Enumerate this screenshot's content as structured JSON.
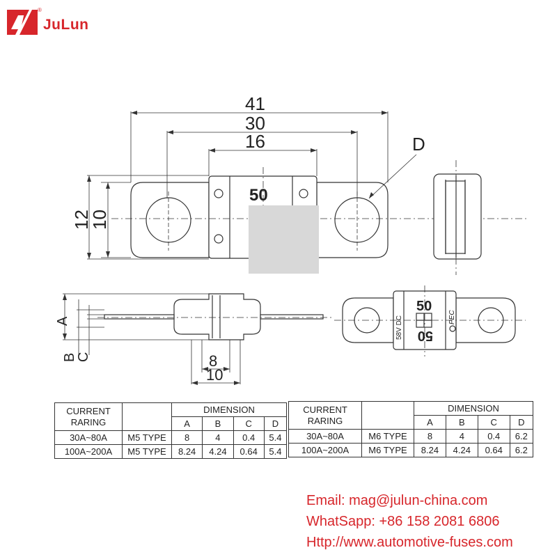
{
  "brand": {
    "name": "JuLun",
    "registered": "®"
  },
  "drawing": {
    "dim_41": "41",
    "dim_30": "30",
    "dim_16": "16",
    "label_d": "D",
    "dim_12": "12",
    "dim_10_left": "10",
    "rating_top": "50",
    "label_a": "A",
    "label_b": "B",
    "label_c": "C",
    "dim_8": "8",
    "dim_10_bottom": "10",
    "front_rating_top": "50",
    "front_rating_bottom": "50",
    "front_voltage": "58V DC",
    "front_brand": "PEC"
  },
  "tables": [
    {
      "header_current": [
        "CURRENT",
        "RARING"
      ],
      "header_dimension": "DIMENSION",
      "columns": [
        "A",
        "B",
        "C",
        "D"
      ],
      "rows": [
        {
          "rating": "30A~80A",
          "type": "M5 TYPE",
          "values": [
            "8",
            "4",
            "0.4",
            "5.4"
          ]
        },
        {
          "rating": "100A~200A",
          "type": "M5 TYPE",
          "values": [
            "8.24",
            "4.24",
            "0.64",
            "5.4"
          ]
        }
      ]
    },
    {
      "header_current": [
        "CURRENT",
        "RARING"
      ],
      "header_dimension": "DIMENSION",
      "columns": [
        "A",
        "B",
        "C",
        "D"
      ],
      "rows": [
        {
          "rating": "30A~80A",
          "type": "M6 TYPE",
          "values": [
            "8",
            "4",
            "0.4",
            "6.2"
          ]
        },
        {
          "rating": "100A~200A",
          "type": "M6 TYPE",
          "values": [
            "8.24",
            "4.24",
            "0.64",
            "6.2"
          ]
        }
      ]
    }
  ],
  "contact": {
    "email": "Email: mag@julun-china.com",
    "whatsapp": "WhatSapp: +86 158 2081 6806",
    "http": "Http://www.automotive-fuses.com"
  },
  "colors": {
    "brand_red": "#d7262b",
    "line": "#333333"
  }
}
